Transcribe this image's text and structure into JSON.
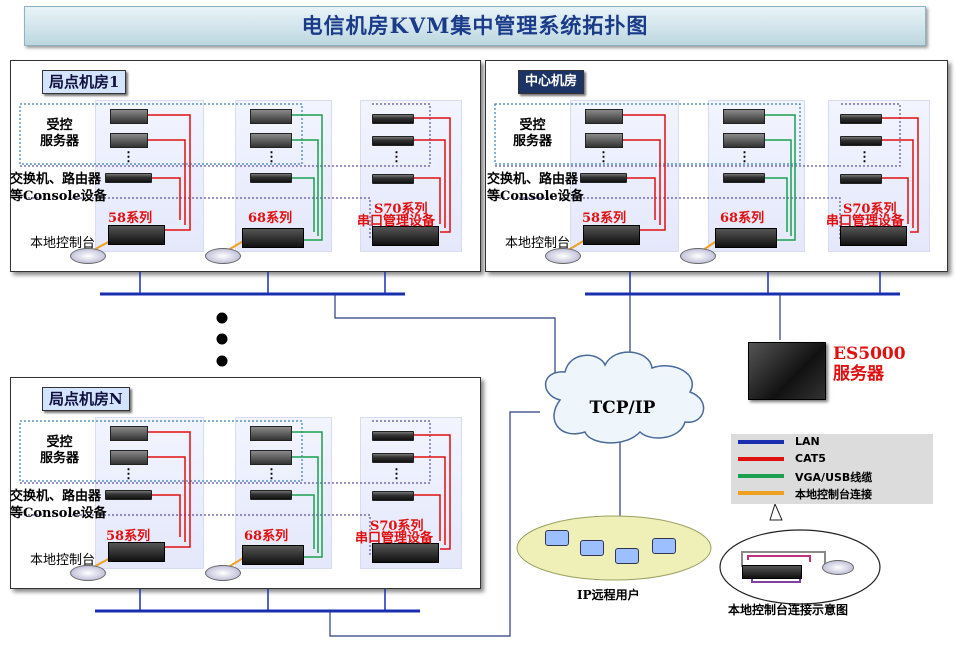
{
  "title": "电信机房KVM集中管理系统拓扑图",
  "rooms": [
    {
      "name": "局点机房1"
    },
    {
      "name": "中心机房"
    },
    {
      "name": "局点机房N"
    }
  ],
  "labels": {
    "controlled_servers": "受控\n服务器",
    "switch_devices_line1": "交换机、路由器",
    "switch_devices_line2": "等Console设备",
    "series58": "58系列",
    "series68": "68系列",
    "series570_line1": "S70系列",
    "series570_line2": "串口管理设备",
    "local_console": "本地控制台",
    "ellipsis": "⋮"
  },
  "network": {
    "cloud": "TCP/IP",
    "ip_users": "IP远程用户",
    "es5000": "ES5000\n服务器",
    "console_diagram": "本地控制台连接示意图"
  },
  "legend": [
    {
      "label": "LAN",
      "color": "#1a2fb0"
    },
    {
      "label": "CAT5",
      "color": "#e01010"
    },
    {
      "label": "VGA/USB线缆",
      "color": "#1aa050"
    },
    {
      "label": "本地控制台连接",
      "color": "#f0a020"
    }
  ],
  "colors": {
    "lan": "#1a2fb0",
    "cat5": "#e01010",
    "vga": "#1aa050",
    "console": "#f0a020"
  }
}
